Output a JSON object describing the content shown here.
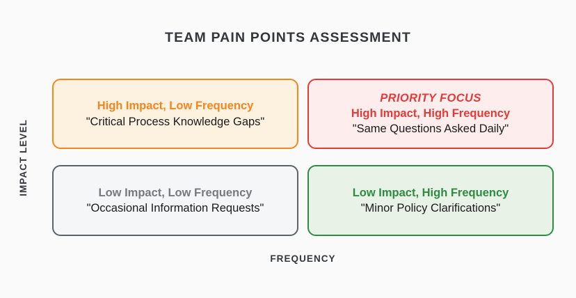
{
  "title": "TEAM PAIN POINTS ASSESSMENT",
  "axes": {
    "y_label": "IMPACT LEVEL",
    "x_label": "FREQUENCY"
  },
  "colors": {
    "background": "#FAFAFA",
    "title_text": "#33363A",
    "axis_text": "#33363A",
    "quote_text": "#1A1A1A",
    "orange_border": "#F5861F",
    "orange_fill": "#FDF1E0",
    "red_border": "#E03C39",
    "red_fill": "#FDEDED",
    "gray_border": "#5E6366",
    "gray_fill": "#F5F6F7",
    "gray_heading": "#757A7D",
    "green_border": "#2E8B42",
    "green_fill": "#E8F2E6"
  },
  "quadrants": {
    "high_impact_low_frequency": {
      "flag": "",
      "heading": "High Impact, Low Frequency",
      "example": "\"Critical Process Knowledge Gaps\""
    },
    "high_impact_high_frequency": {
      "flag": "PRIORITY FOCUS",
      "heading": "High Impact, High Frequency",
      "example": "\"Same Questions Asked Daily\""
    },
    "low_impact_low_frequency": {
      "flag": "",
      "heading": "Low Impact, Low Frequency",
      "example": "\"Occasional Information Requests\""
    },
    "low_impact_high_frequency": {
      "flag": "",
      "heading": "Low Impact, High Frequency",
      "example": "\"Minor Policy Clarifications\""
    }
  }
}
